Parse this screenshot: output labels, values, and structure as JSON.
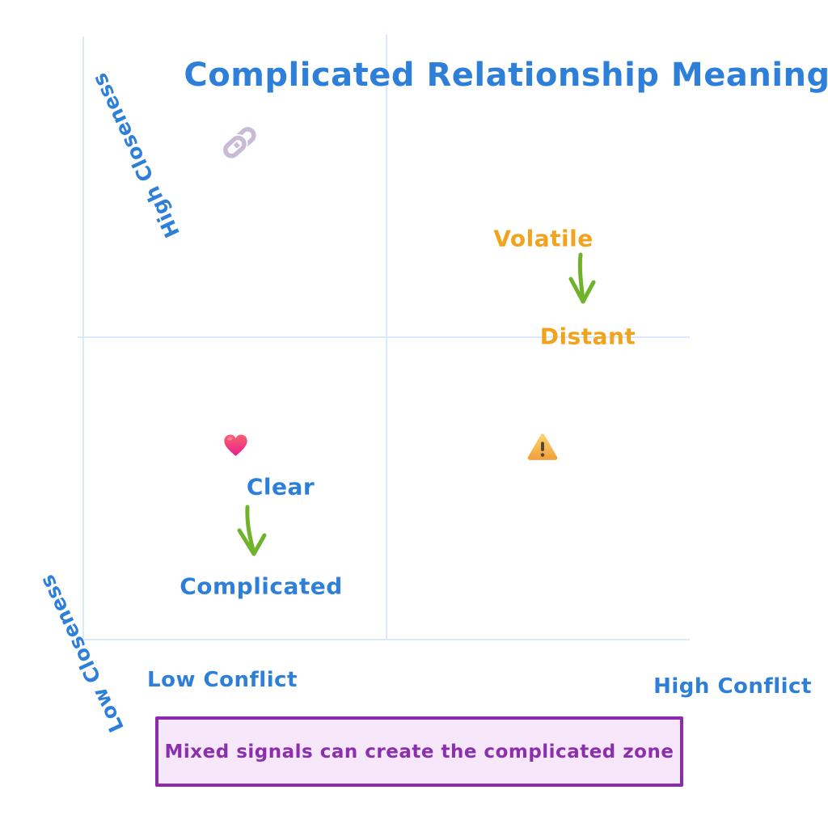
{
  "diagram": {
    "title": "Complicated Relationship Meaning"
  },
  "axes": {
    "y_top": {
      "label": "High Closeness"
    },
    "y_bottom": {
      "label": "Low Closeness"
    },
    "x_left": {
      "label": "Low Conflict"
    },
    "x_right": {
      "label": "High Conflict"
    }
  },
  "quadrant_icons": {
    "top_left": "link-chain-emoji",
    "bottom_left": "pink-heart-emoji",
    "bottom_right": "warning-triangle-emoji"
  },
  "flows": [
    {
      "from": "Volatile",
      "to": "Distant",
      "arrow": "green-down-arrow"
    },
    {
      "from": "Clear",
      "to": "Complicated",
      "arrow": "green-down-arrow"
    }
  ],
  "caption": {
    "text": "Mixed signals can create the complicated zone"
  },
  "colors": {
    "label_blue": "#2e7fd9",
    "state_orange": "#f2a31e",
    "arrow_green": "#6fb32c",
    "caption_border": "#8c2bab",
    "caption_background": "#f6e7fa",
    "caption_text": "#8b2fae",
    "grid_line": "#dbe9fa"
  }
}
